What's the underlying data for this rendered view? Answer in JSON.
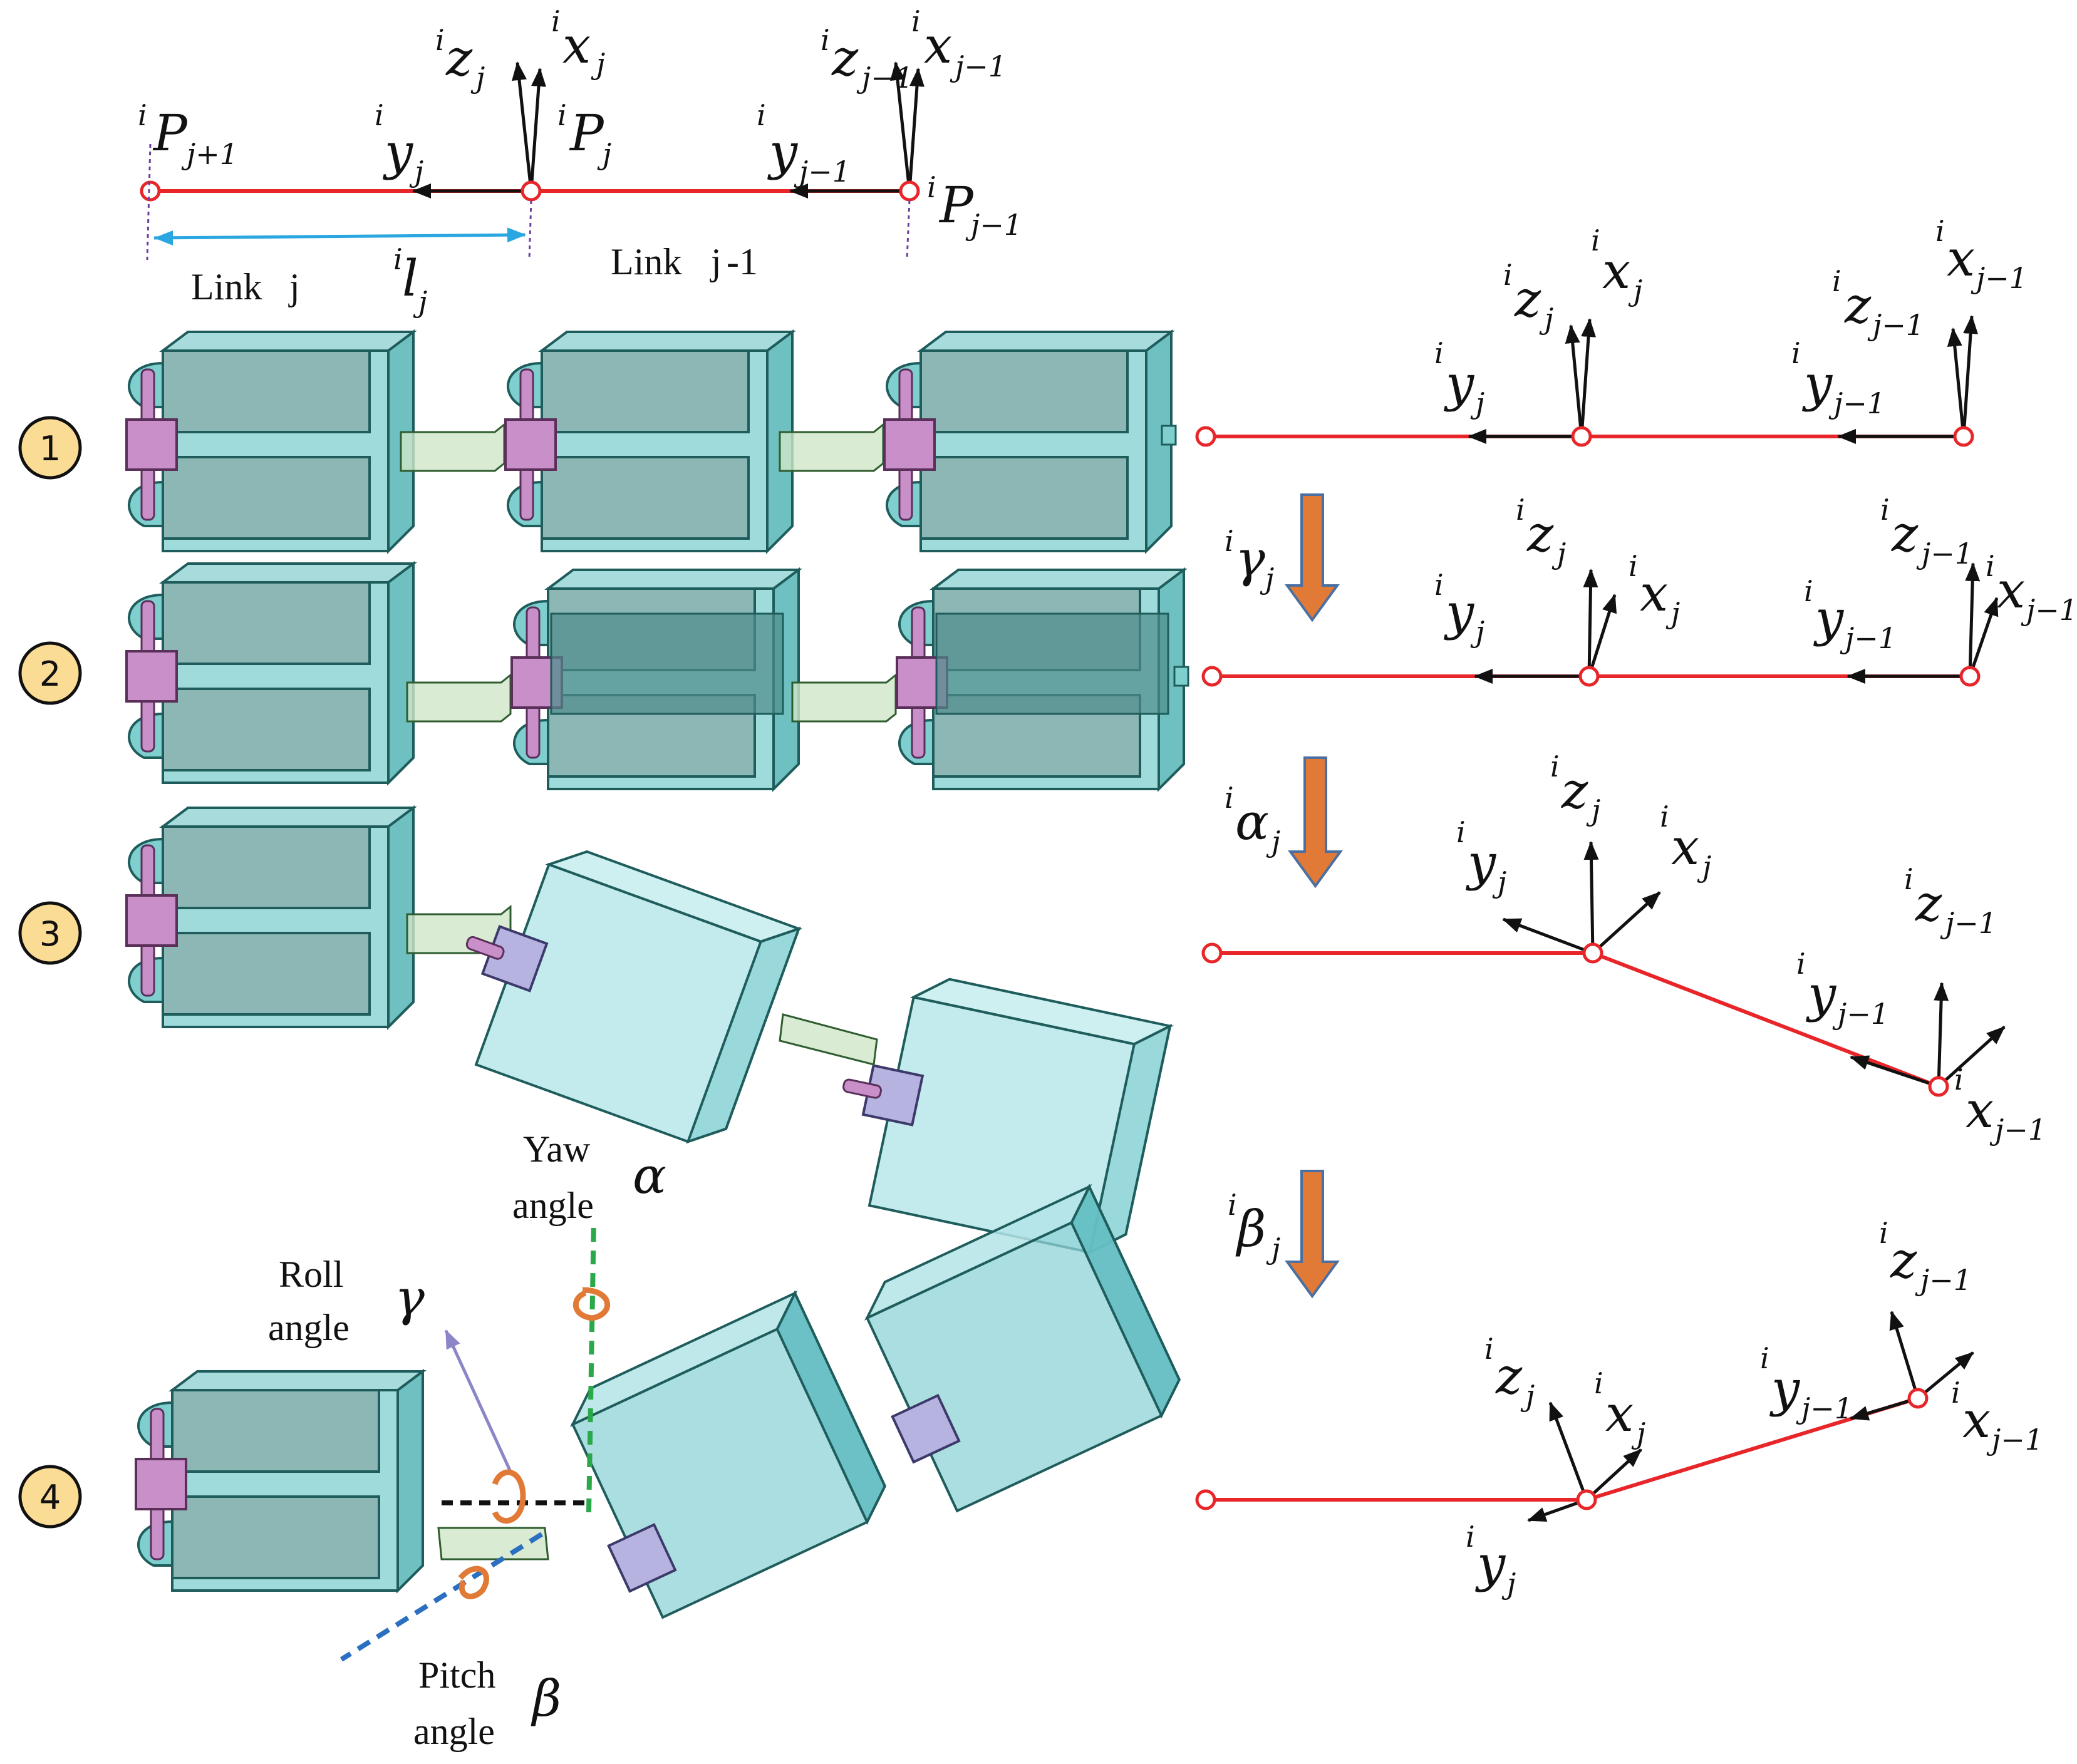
{
  "top_strip": {
    "points": [
      "P",
      "P",
      "P"
    ],
    "point_subs": [
      "j+1",
      "j",
      "j−1"
    ],
    "axes_left": {
      "x": "x",
      "z": "z",
      "y": "y",
      "sub": "j"
    },
    "axes_right": {
      "x": "x",
      "z": "z",
      "y": "y",
      "sub": "j−1"
    },
    "superscript": "i",
    "link_j_label": "Link",
    "link_j_var": "j",
    "link_jm1_label": "Link",
    "link_jm1_var": "j",
    "link_jm1_suffix": "-1",
    "length_var": "l",
    "length_sub": "j"
  },
  "steps": [
    {
      "number": "1"
    },
    {
      "number": "2",
      "transition": "γ",
      "transition_sub": "j"
    },
    {
      "number": "3",
      "transition": "α",
      "transition_sub": "j"
    },
    {
      "number": "4",
      "transition": "β",
      "transition_sub": "j"
    }
  ],
  "frame_labels": {
    "x": "x",
    "y": "y",
    "z": "z",
    "sup": "i",
    "sub_j": "j",
    "sub_jm1": "j−1"
  },
  "angles": {
    "yaw_line1": "Yaw",
    "yaw_line2": "angle",
    "yaw_symbol": "α",
    "roll_line1": "Roll",
    "roll_line2": "angle",
    "roll_symbol": "γ",
    "pitch_line1": "Pitch",
    "pitch_line2": "angle",
    "pitch_symbol": "β"
  },
  "colors": {
    "link_line": "#e8262a",
    "length_arrow": "#2aa6e0",
    "module_fill": "#7fcfcf",
    "module_stroke": "#1f5d5d",
    "motor": "#c98fc8",
    "transition_arrow": "#e07a36",
    "step_badge": "#fbdc95",
    "yaw_axis": "#2aa84a",
    "pitch_axis": "#2a6fc0",
    "roll_axis": "#8b86c8"
  }
}
